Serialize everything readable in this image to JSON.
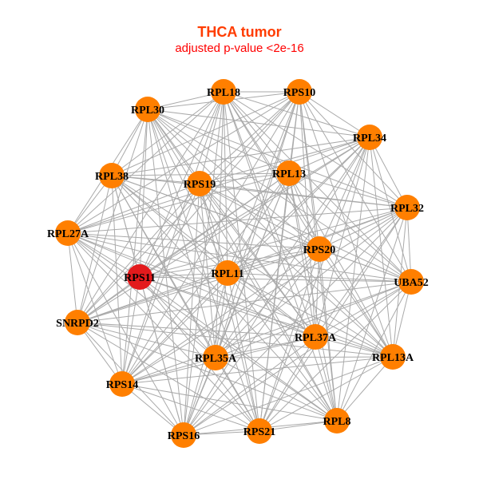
{
  "header": {
    "title": "THCA tumor",
    "subtitle": "adjusted p-value <2e-16",
    "title_color": "#FF3C00",
    "subtitle_color": "#FF0000"
  },
  "colors": {
    "node": "#FF7F00",
    "highlight": "#E31A1C",
    "edge": "#AAAAAA"
  },
  "nodes": [
    {
      "id": "RPL18",
      "highlight": false
    },
    {
      "id": "RPS10",
      "highlight": false
    },
    {
      "id": "RPL30",
      "highlight": false
    },
    {
      "id": "RPL34",
      "highlight": false
    },
    {
      "id": "RPL38",
      "highlight": false
    },
    {
      "id": "RPS19",
      "highlight": false
    },
    {
      "id": "RPL13",
      "highlight": false
    },
    {
      "id": "RPL32",
      "highlight": false
    },
    {
      "id": "RPL27A",
      "highlight": false
    },
    {
      "id": "RPS20",
      "highlight": false
    },
    {
      "id": "RPS11",
      "highlight": true
    },
    {
      "id": "RPL11",
      "highlight": false
    },
    {
      "id": "UBA52",
      "highlight": false
    },
    {
      "id": "SNRPD2",
      "highlight": false
    },
    {
      "id": "RPL37A",
      "highlight": false
    },
    {
      "id": "RPL13A",
      "highlight": false
    },
    {
      "id": "RPL35A",
      "highlight": false
    },
    {
      "id": "RPS14",
      "highlight": false
    },
    {
      "id": "RPL8",
      "highlight": false
    },
    {
      "id": "RPS21",
      "highlight": false
    },
    {
      "id": "RPS16",
      "highlight": false
    }
  ],
  "edges": "all-pairs"
}
